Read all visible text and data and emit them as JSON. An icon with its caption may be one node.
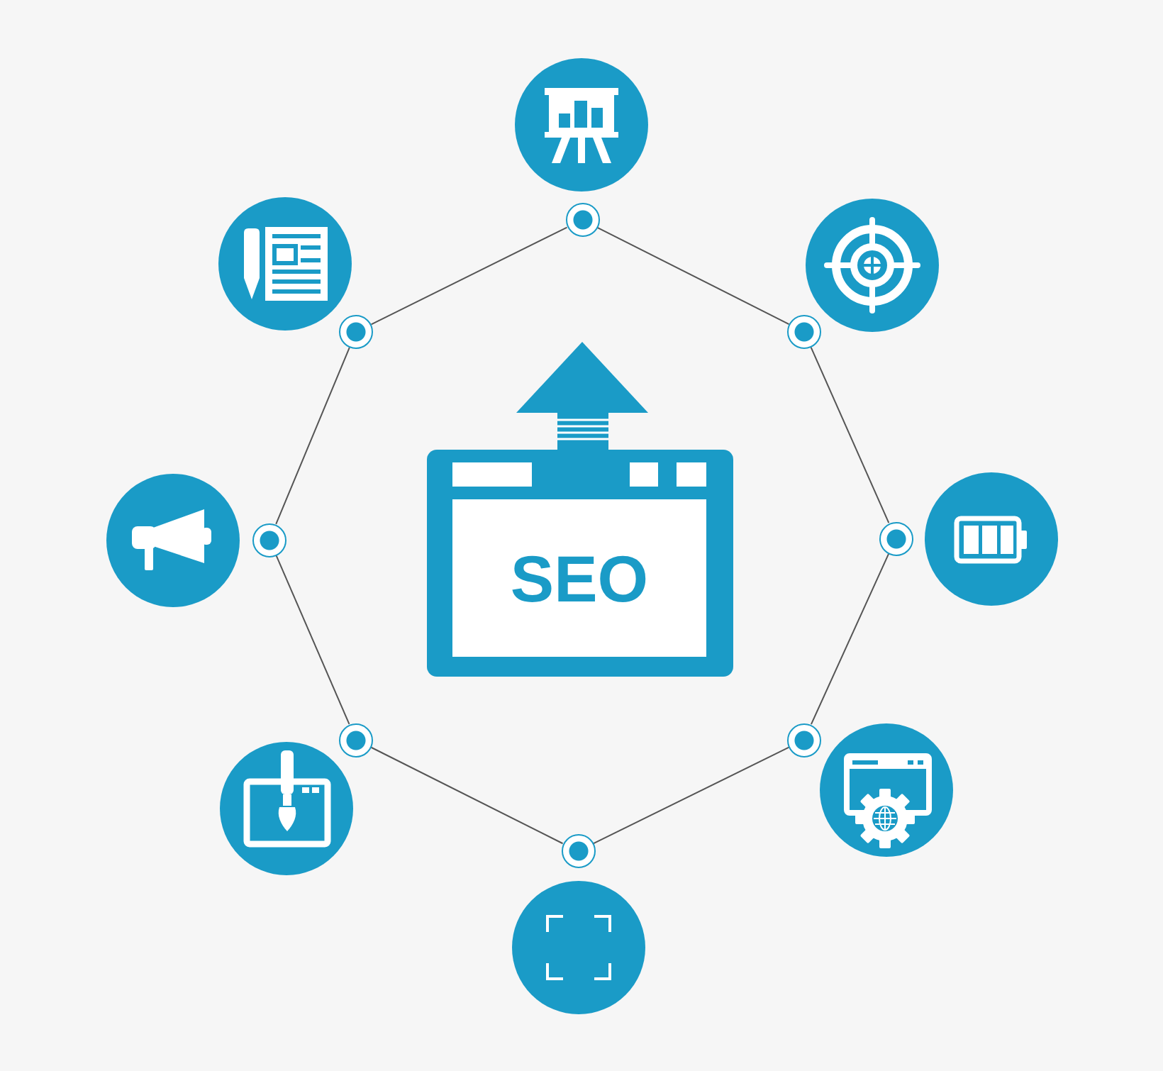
{
  "diagram": {
    "nodes": [
      {
        "text": [],
        "shape": "circle"
      },
      {
        "text": [],
        "shape": "circle"
      },
      {
        "text": [],
        "shape": "circle"
      },
      {
        "text": [
          "SEO"
        ]
      },
      {
        "text": [],
        "shape": "circle"
      },
      {
        "text": [],
        "shape": "circle"
      },
      {
        "text": [],
        "shape": "circle"
      },
      {
        "text": [],
        "shape": "circle"
      },
      {
        "text": [],
        "shape": "circle"
      }
    ],
    "edges": [
      {
        "from": 0,
        "to": 2,
        "arrow": "none"
      },
      {
        "from": 2,
        "to": 5,
        "arrow": "none"
      },
      {
        "from": 5,
        "to": 7,
        "arrow": "none"
      },
      {
        "from": 7,
        "to": 8,
        "arrow": "none"
      },
      {
        "from": 8,
        "to": 6,
        "arrow": "none"
      },
      {
        "from": 6,
        "to": 4,
        "arrow": "none"
      },
      {
        "from": 4,
        "to": 1,
        "arrow": "none"
      },
      {
        "from": 1,
        "to": 0,
        "arrow": "none"
      }
    ]
  }
}
